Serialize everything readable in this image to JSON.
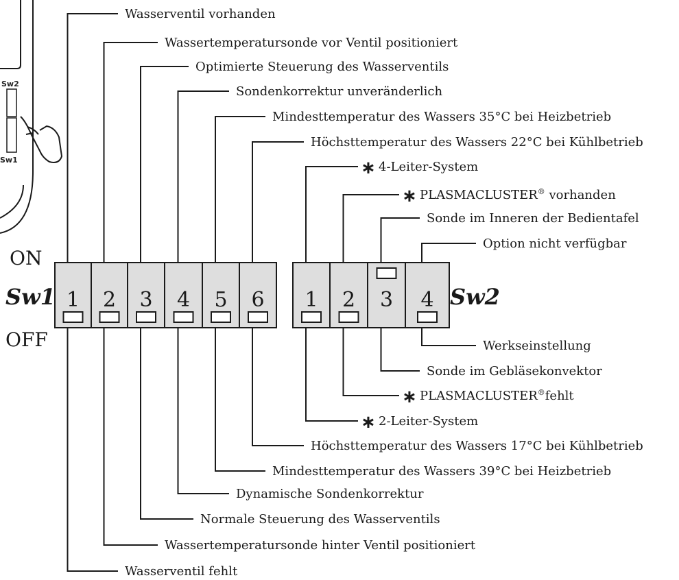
{
  "on_label": "ON",
  "off_label": "OFF",
  "sw1": {
    "name": "Sw1",
    "switches": [
      {
        "number": "1",
        "on": "Wasserventil vorhanden",
        "off": "Wasserventil fehlt",
        "position": "off"
      },
      {
        "number": "2",
        "on": "Wassertemperatursonde vor Ventil positioniert",
        "off": "Wassertemperatursonde hinter Ventil positioniert",
        "position": "off"
      },
      {
        "number": "3",
        "on": "Optimierte Steuerung des Wasserventils",
        "off": "Normale Steuerung des Wasserventils",
        "position": "off"
      },
      {
        "number": "4",
        "on": "Sondenkorrektur unveränderlich",
        "off": "Dynamische Sondenkorrektur",
        "position": "off"
      },
      {
        "number": "5",
        "on": "Mindesttemperatur des Wassers 35°C bei Heizbetrieb",
        "off": "Mindesttemperatur des Wassers 39°C bei Heizbetrieb",
        "position": "off"
      },
      {
        "number": "6",
        "on": "Höchsttemperatur des Wassers 22°C bei Kühlbetrieb",
        "off": "Höchsttemperatur des Wassers 17°C bei Kühlbetrieb",
        "position": "off"
      }
    ]
  },
  "sw2": {
    "name": "Sw2",
    "switches": [
      {
        "number": "1",
        "on": "4-Leiter-System",
        "off": "2-Leiter-System",
        "asterisk": true,
        "position": "off"
      },
      {
        "number": "2",
        "on": "PLASMACLUSTER",
        "on_suffix": " vorhanden",
        "off": "PLASMACLUSTER",
        "off_suffix": "fehlt",
        "registered": "®",
        "asterisk": true,
        "position": "off"
      },
      {
        "number": "3",
        "on": "Sonde im Inneren der Bedientafel",
        "off": "Sonde im Gebläsekonvektor",
        "position": "on"
      },
      {
        "number": "4",
        "on": "Option nicht verfügbar",
        "off": "Werkseinstellung",
        "position": "off"
      }
    ]
  },
  "asterisk_symbol": "∗",
  "device_labels": {
    "sw2": "Sw2",
    "sw1": "Sw1"
  }
}
